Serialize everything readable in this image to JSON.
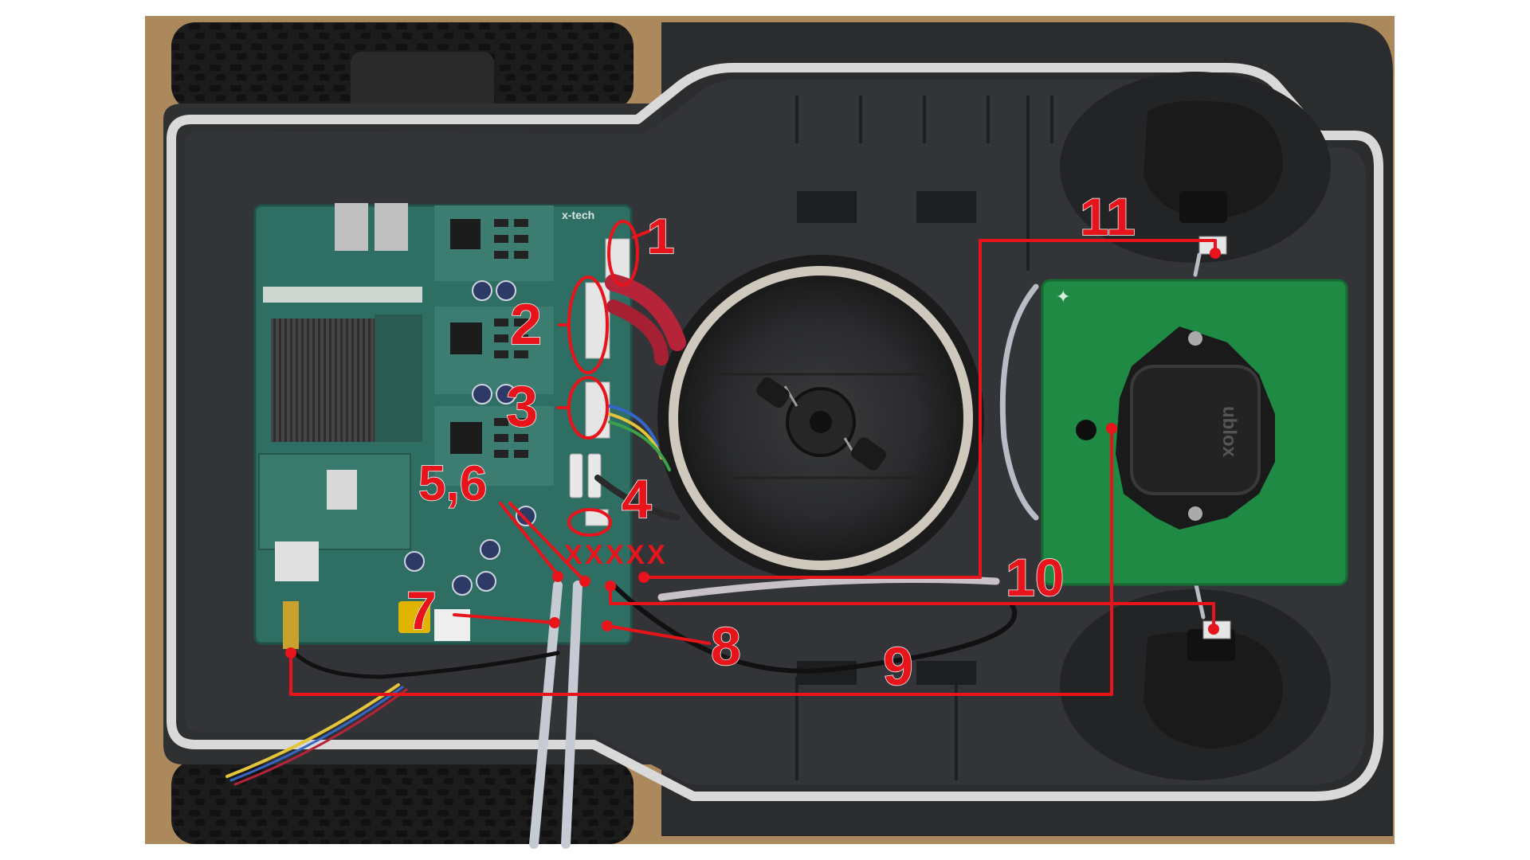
{
  "annotations": {
    "color": "#e8141c",
    "labels": [
      {
        "id": "1",
        "text": "1"
      },
      {
        "id": "2",
        "text": "2"
      },
      {
        "id": "3",
        "text": "3"
      },
      {
        "id": "4",
        "text": "4"
      },
      {
        "id": "56",
        "text": "5,6"
      },
      {
        "id": "7",
        "text": "7"
      },
      {
        "id": "8",
        "text": "8"
      },
      {
        "id": "9",
        "text": "9"
      },
      {
        "id": "10",
        "text": "10"
      },
      {
        "id": "11",
        "text": "11"
      }
    ],
    "x_marks": [
      "X",
      "X",
      "X",
      "X",
      "X"
    ]
  },
  "board": {
    "brand": "x-tech"
  },
  "gnss": {
    "brand": "ublox"
  },
  "colors": {
    "wood": "#c49a66",
    "chassis": "#2b2c2e",
    "gasket": "#d9d9d9",
    "pcb": "#2f6f63",
    "gnss_board": "#1f8a43",
    "annotation": "#e8141c"
  }
}
